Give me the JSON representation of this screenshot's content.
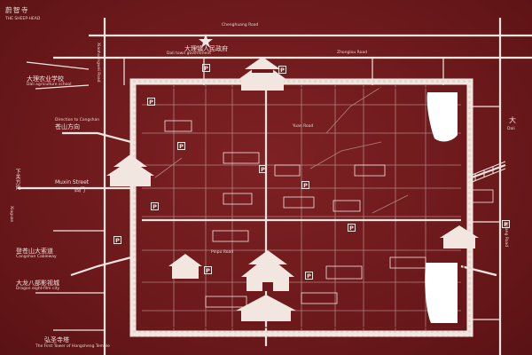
{
  "sign": {
    "title_cn": "蔚智寺",
    "title_en": "THE SHEEP-HEAD"
  },
  "roads": {
    "chengzhong": "Chenghuang Road",
    "zhonglou": "Zhonglou Road",
    "yuan": "Yuan Road",
    "pinpu": "Pinpu Road",
    "west_street": "Muxin Street",
    "west_road": "Xiaohuangwei Road",
    "east_road": "Jiefang Road"
  },
  "places": {
    "gov_cn": "大理镇人民政府",
    "gov_en": "Dali town government",
    "university_cn": "大理农业学校",
    "university_en": "Dali agriculture school",
    "xiachuan_cn": "下关方向",
    "xiachuan_en": "Xiaguan",
    "cangshan_cn": "苍山方向",
    "cangshan_en": "Direction to Cangshan",
    "dengshan_cn": "登苍山大索道",
    "dengshan_en": "Cangshan Cableway",
    "dayan_cn": "大龙八部影视城",
    "dayan_en": "Dragon eight-film city",
    "hongsheng_cn": "弘圣寺塔",
    "hongsheng_en": "The First Tower of Hongsheng Temple",
    "west_gate": "西门",
    "east_cn": "大",
    "east_en": "Dali"
  },
  "pins": {
    "p1": "P",
    "p2": "P",
    "p3": "P",
    "p4": "P",
    "p5": "P",
    "p6": "P",
    "p7": "P",
    "p8": "P",
    "p9": "P",
    "p10": "P",
    "p11": "P",
    "p12": "P"
  },
  "icons": [
    "star-icon",
    "gate-tower-icon",
    "bridge-icon",
    "pagoda-icon"
  ],
  "colors": {
    "background": "#6e1a1c",
    "lines": "#f2e6e0",
    "lake": "#ffffff"
  }
}
